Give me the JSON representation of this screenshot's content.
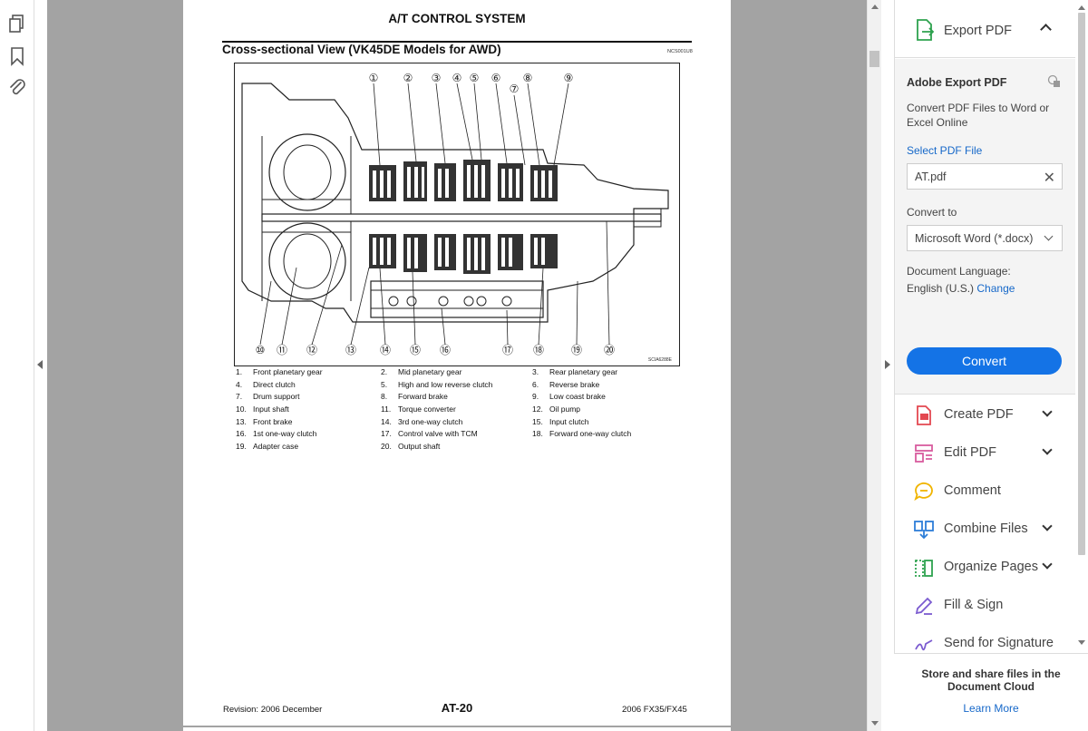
{
  "document": {
    "header": "A/T CONTROL SYSTEM",
    "section_title": "Cross-sectional View (VK45DE Models for AWD)",
    "ref_code": "NCS001U8",
    "figure_code": "SCIA6288E",
    "callouts_top": [
      "①",
      "②",
      "③",
      "④",
      "⑤",
      "⑥",
      "⑦",
      "⑧",
      "⑨"
    ],
    "callouts_bottom": [
      "⑩",
      "⑪",
      "⑫",
      "⑬",
      "⑭",
      "⑮",
      "⑯",
      "⑰",
      "⑱",
      "⑲",
      "⑳"
    ],
    "legend": [
      [
        {
          "num": "1.",
          "text": "Front planetary gear"
        },
        {
          "num": "2.",
          "text": "Mid planetary gear"
        },
        {
          "num": "3.",
          "text": "Rear planetary gear"
        }
      ],
      [
        {
          "num": "4.",
          "text": "Direct clutch"
        },
        {
          "num": "5.",
          "text": "High and low reverse clutch"
        },
        {
          "num": "6.",
          "text": "Reverse brake"
        }
      ],
      [
        {
          "num": "7.",
          "text": "Drum support"
        },
        {
          "num": "8.",
          "text": "Forward brake"
        },
        {
          "num": "9.",
          "text": "Low coast brake"
        }
      ],
      [
        {
          "num": "10.",
          "text": "Input shaft"
        },
        {
          "num": "11.",
          "text": "Torque converter"
        },
        {
          "num": "12.",
          "text": "Oil pump"
        }
      ],
      [
        {
          "num": "13.",
          "text": "Front brake"
        },
        {
          "num": "14.",
          "text": "3rd one-way clutch"
        },
        {
          "num": "15.",
          "text": "Input clutch"
        }
      ],
      [
        {
          "num": "16.",
          "text": "1st one-way clutch"
        },
        {
          "num": "17.",
          "text": "Control valve with TCM"
        },
        {
          "num": "18.",
          "text": "Forward one-way clutch"
        }
      ],
      [
        {
          "num": "19.",
          "text": "Adapter case"
        },
        {
          "num": "20.",
          "text": "Output shaft"
        }
      ]
    ],
    "footer_left": "Revision: 2006 December",
    "footer_center": "AT-20",
    "footer_right": "2006 FX35/FX45"
  },
  "right_panel": {
    "export_header": "Export PDF",
    "export_title": "Adobe Export PDF",
    "export_desc": "Convert PDF Files to Word or Excel Online",
    "select_file_link": "Select PDF File",
    "file_name": "AT.pdf",
    "convert_to_label": "Convert to",
    "convert_to_value": "Microsoft Word (*.docx)",
    "doc_language_label": "Document Language:",
    "doc_language_value": "English (U.S.)",
    "change_link": "Change",
    "convert_button": "Convert",
    "tools": [
      {
        "label": "Create PDF",
        "icon": "create-pdf-icon",
        "color": "#e34850"
      },
      {
        "label": "Edit PDF",
        "icon": "edit-pdf-icon",
        "color": "#d85c9e"
      },
      {
        "label": "Comment",
        "icon": "comment-icon",
        "color": "#f0b400"
      },
      {
        "label": "Combine Files",
        "icon": "combine-files-icon",
        "color": "#2d7ed8"
      },
      {
        "label": "Organize Pages",
        "icon": "organize-pages-icon",
        "color": "#2ea24f"
      },
      {
        "label": "Fill & Sign",
        "icon": "fill-sign-icon",
        "color": "#7b5bd0"
      },
      {
        "label": "Send for Signature",
        "icon": "send-signature-icon",
        "color": "#7b5bd0"
      }
    ],
    "footer_msg": "Store and share files in the Document Cloud",
    "learn_more": "Learn More"
  },
  "colors": {
    "accent": "#1473e6",
    "link": "#1668c9",
    "export_icon": "#2ea24f"
  }
}
